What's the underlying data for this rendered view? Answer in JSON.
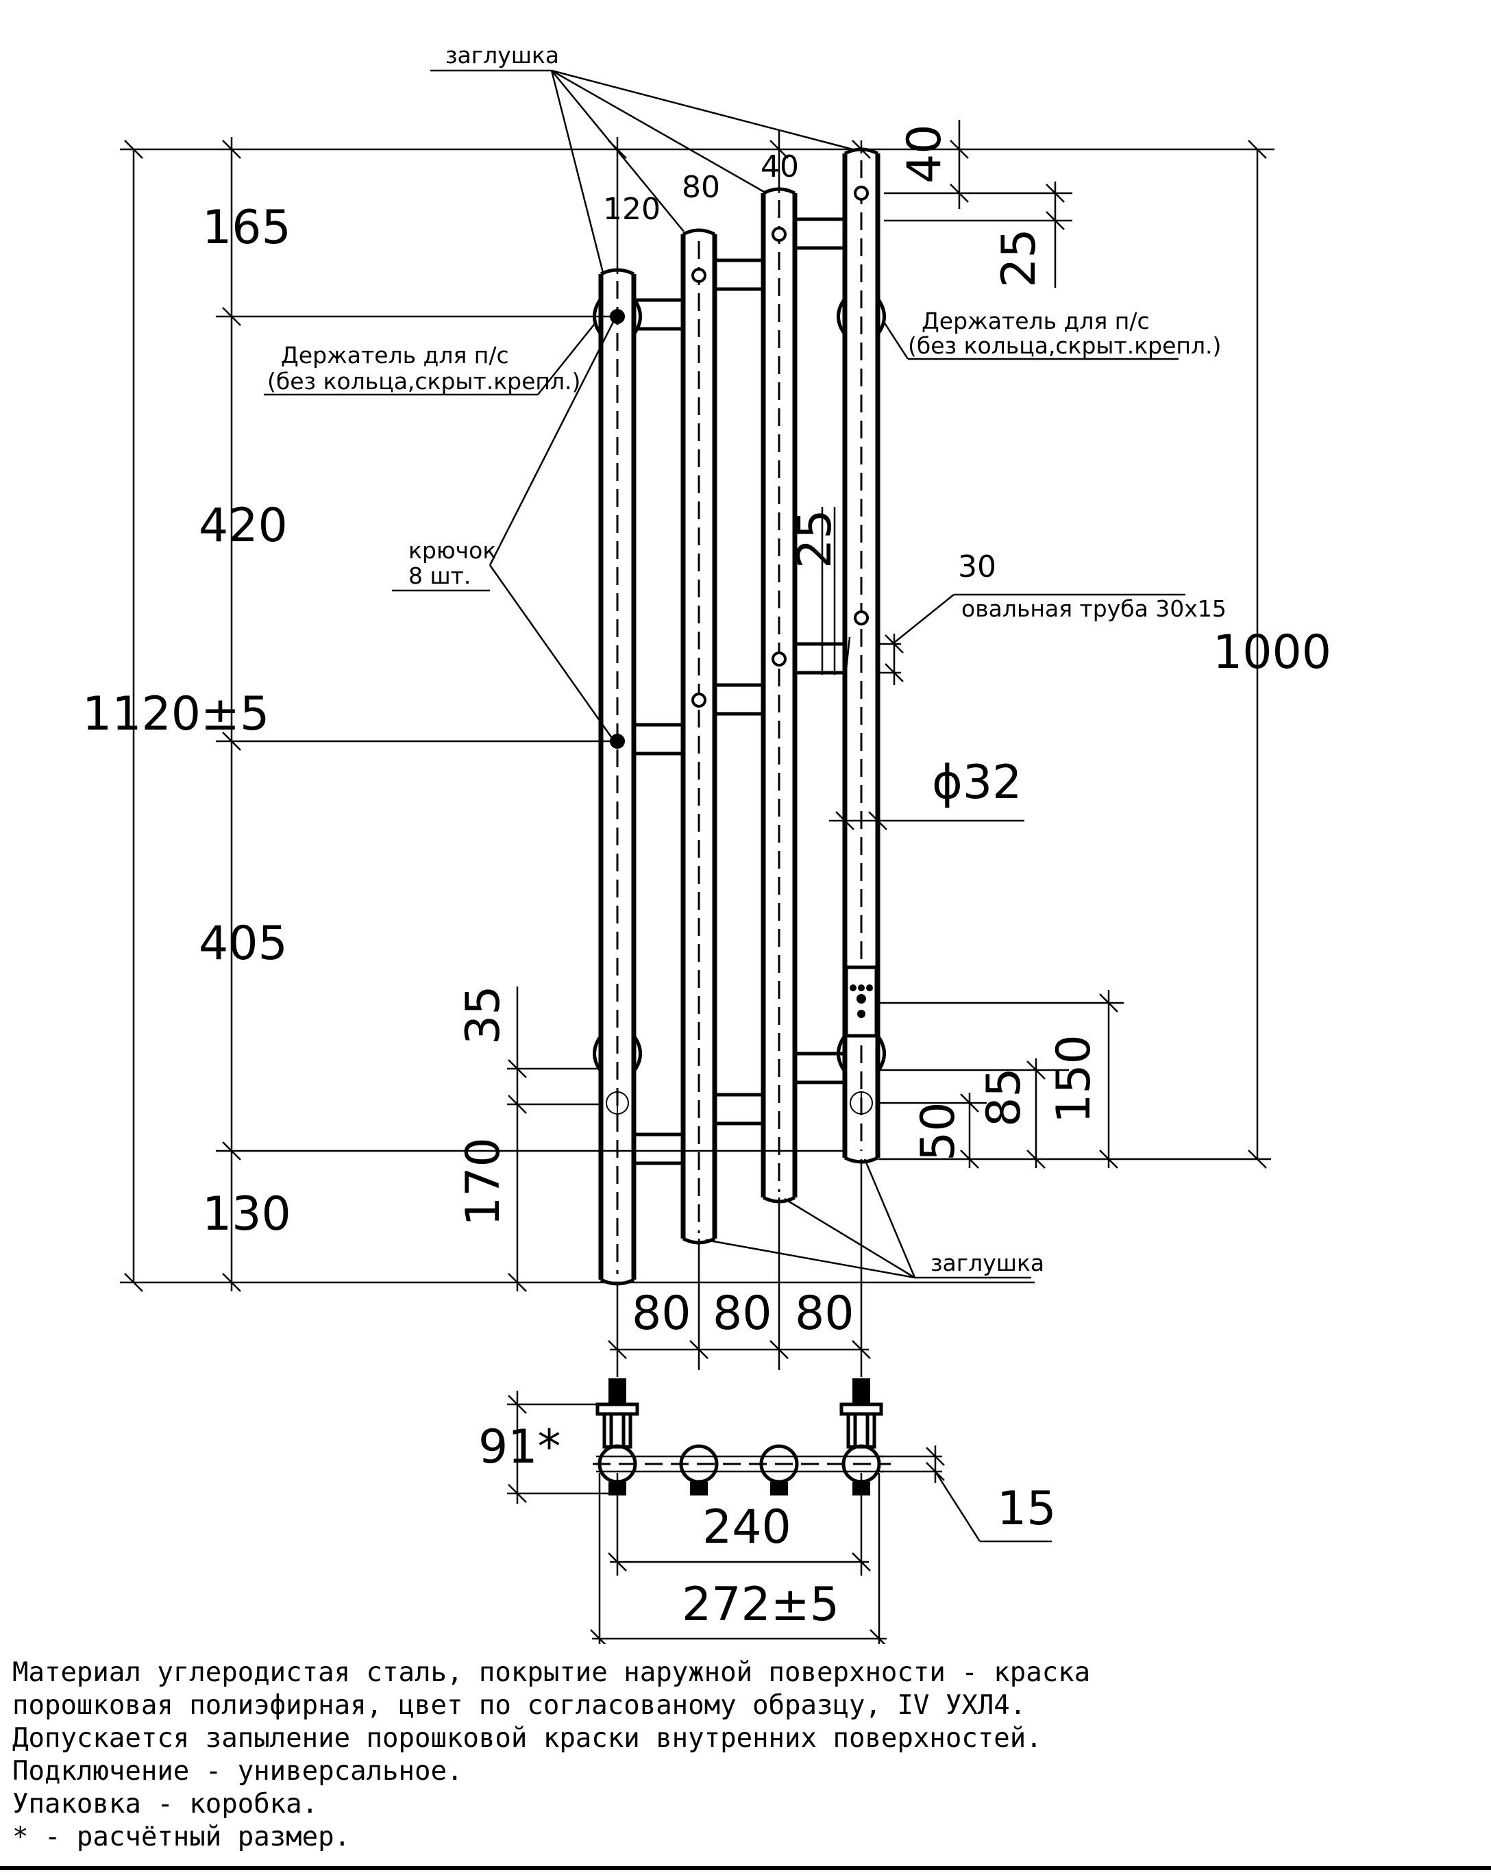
{
  "drawing": {
    "dimensions": {
      "overall_height": "1120±5",
      "center_height": "1000",
      "seg_top": "165",
      "seg_upper": "420",
      "seg_lower": "405",
      "seg_bottom": "130",
      "offset_120": "120",
      "offset_80_top": "80",
      "offset_40_top": "40",
      "top_40": "40",
      "top_25": "25",
      "mid_25": "25",
      "dim_30": "30",
      "dim_35": "35",
      "dim_170": "170",
      "dim_50": "50",
      "dim_85": "85",
      "dim_150": "150",
      "diameter": "ϕ32",
      "pitch_1": "80",
      "pitch_2": "80",
      "pitch_3": "80",
      "depth": "91*",
      "dim_15": "15",
      "centers": "240",
      "overall_width": "272±5"
    },
    "labels": {
      "plug_top": "заглушка",
      "plug_bottom": "заглушка",
      "holder_left_line1": "Держатель для п/с",
      "holder_left_line2": "(без кольца,скрыт.крепл.)",
      "holder_right_line1": "Держатель для п/с",
      "holder_right_line2": "(без кольца,скрыт.крепл.)",
      "hook_line1": "крючок",
      "hook_line2": "8 шт.",
      "oval_pipe": "овальная труба 30х15"
    }
  },
  "notes": [
    "Материал углеродистая сталь, покрытие наружной поверхности - краска",
    "порошковая полиэфирная, цвет по согласованому образцу, IV УХЛ4.",
    "Допускается запыление порошковой краски внутренних поверхностей.",
    "Подключение - универсальное.",
    "Упаковка - коробка.",
    "* - расчётный размер."
  ]
}
